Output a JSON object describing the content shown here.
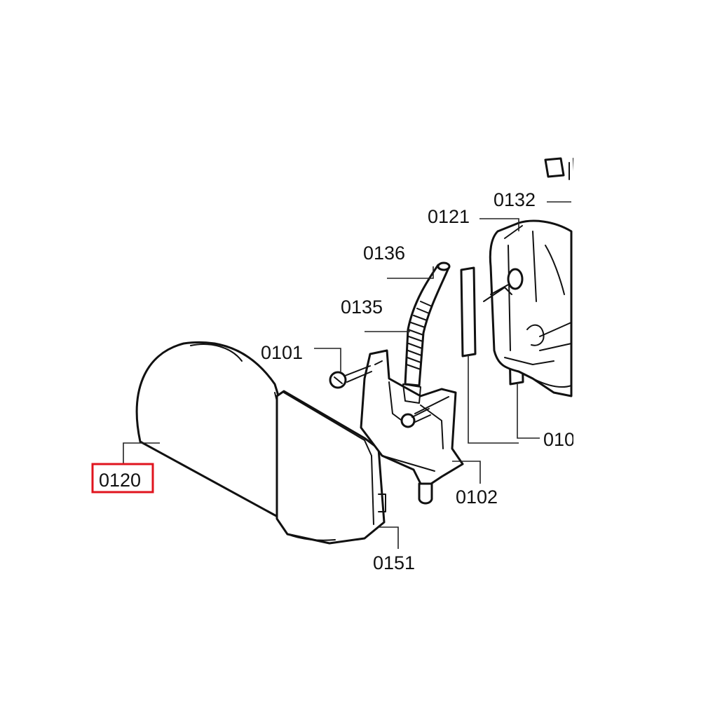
{
  "diagram": {
    "callouts": {
      "c0132": "0132",
      "c0121": "0121",
      "c0136": "0136",
      "c0135": "0135",
      "c0101": "0101",
      "c0120": "0120",
      "c0102": "0102",
      "c0151": "0151",
      "c01xx": "010"
    },
    "highlighted_callout": "0120",
    "highlight_color": "#e0141e"
  }
}
